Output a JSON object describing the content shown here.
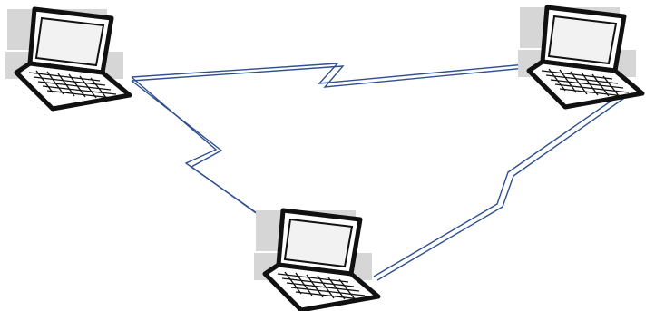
{
  "diagram": {
    "type": "wireless-network",
    "nodes": [
      {
        "id": "laptop-top-left",
        "icon": "laptop-icon"
      },
      {
        "id": "laptop-top-right",
        "icon": "laptop-icon"
      },
      {
        "id": "laptop-bottom",
        "icon": "laptop-icon"
      }
    ],
    "links": [
      {
        "id": "link-top-left-top-right",
        "from": "laptop-top-left",
        "to": "laptop-top-right",
        "style": "lightning-bolt"
      },
      {
        "id": "link-top-left-bottom",
        "from": "laptop-top-left",
        "to": "laptop-bottom",
        "style": "lightning-bolt"
      },
      {
        "id": "link-top-right-bottom",
        "from": "laptop-top-right",
        "to": "laptop-bottom",
        "style": "lightning-bolt"
      }
    ],
    "colors": {
      "link": "#2f4f8f",
      "laptop_outline": "#111111",
      "screen_shade": "#d9d9d9",
      "background": "#ffffff"
    }
  }
}
